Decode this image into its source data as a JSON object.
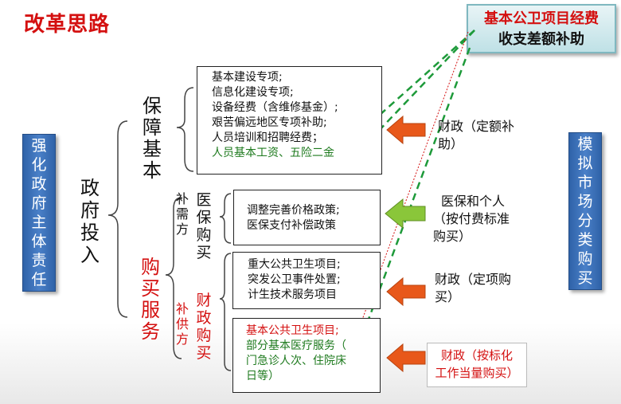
{
  "title": "改革思路",
  "callout": {
    "line1": "基本公卫项目经费",
    "line2": "收支差额补助"
  },
  "left_banner": [
    "强",
    "化",
    "政",
    "府",
    "主",
    "体",
    "责",
    "任"
  ],
  "right_banner": [
    "模",
    "拟",
    "市",
    "场",
    "分",
    "类",
    "购",
    "买"
  ],
  "govt_input": [
    "政",
    "府",
    "投",
    "入"
  ],
  "guarantee_basic": [
    "保",
    "障",
    "基",
    "本"
  ],
  "purchase_services": [
    "购",
    "买",
    "服",
    "务"
  ],
  "demand_side": [
    "补",
    "需",
    "方"
  ],
  "supply_side": [
    "补",
    "供",
    "方"
  ],
  "medical_insurance_purchase": [
    "医",
    "保",
    "购",
    "买"
  ],
  "finance_purchase": [
    "财",
    "政",
    "购",
    "买"
  ],
  "box1_items": [
    "基本建设专项;",
    "信息化建设专项;",
    "设备经费（含维修基金）;",
    "艰苦偏远地区专项补助;",
    "人员培训和招聘经费；",
    "人员基本工资、五险二金"
  ],
  "box2_items": [
    "调整完善价格政策;",
    "医保支付补偿政策"
  ],
  "box3_items": [
    "重大公共卫生项目;",
    "突发公卫事件处置;",
    "计生技术服务项目"
  ],
  "box4_items": [
    "基本公共卫生项目;",
    "部分基本医疗服务（",
    "门急诊人次、住院床",
    "日等）"
  ],
  "funding1": [
    "财政（定额补",
    "助）"
  ],
  "funding2": [
    "医保和个人",
    "（按付费标准",
    "购买）"
  ],
  "funding3": [
    "财政（定项购",
    "买）"
  ],
  "funding4": [
    "财政（按标化",
    "工作当量购买）"
  ],
  "colors": {
    "red": "#d41010",
    "green": "#1e7a1e",
    "banner_blue": "#2f62a8",
    "arrow_orange": "#e8581a",
    "arrow_green": "#8ac63a",
    "callout_fill": "#cfe8ec"
  }
}
